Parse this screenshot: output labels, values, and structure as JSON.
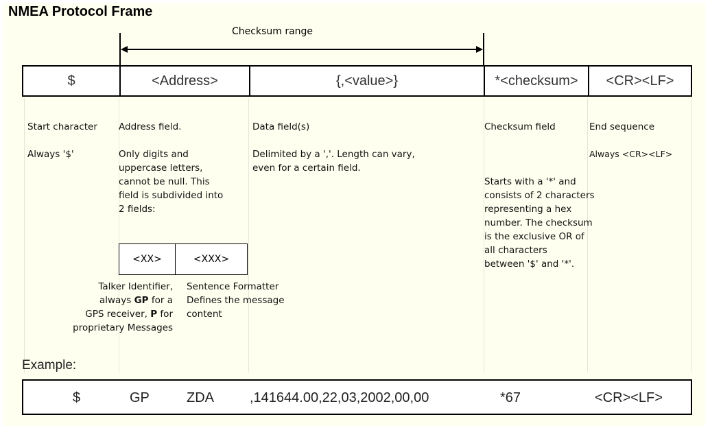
{
  "title": "NMEA Protocol Frame",
  "checksum_range_label": "Checksum range",
  "frame": {
    "start": "$",
    "address": "<Address>",
    "value": "{,<value>}",
    "checksum": "*<checksum>",
    "end": "<CR><LF>"
  },
  "descriptions": {
    "start_title": "Start character",
    "start_detail": "Always '$'",
    "address_title": "Address field.",
    "address_detail_lines": [
      "Only digits and",
      "uppercase letters,",
      "cannot be null. This",
      "field is subdivided into",
      "2 fields:"
    ],
    "data_title": "Data field(s)",
    "data_detail_lines": [
      "Delimited by a ','. Length can vary,",
      "even for a certain field."
    ],
    "checksum_title": "Checksum field",
    "checksum_detail_lines": [
      "Starts with a '*' and",
      "consists of 2 characters",
      "representing a hex",
      "number. The checksum",
      "is the exclusive OR of",
      "all characters",
      "between '$' and '*'."
    ],
    "end_title": "End sequence",
    "end_detail": "Always <CR><LF>"
  },
  "subfields": {
    "talker_box": "<XX>",
    "formatter_box": "<XXX>",
    "talker_lines": {
      "line1": "Talker Identifier,",
      "line2_pre": "always ",
      "line2_bold": "GP",
      "line2_post": " for a",
      "line3_pre": "GPS receiver, ",
      "line3_bold": "P",
      "line3_post": " for",
      "line4": "proprietary Messages"
    },
    "formatter_lines": [
      "Sentence Formatter",
      "Defines the message",
      "content"
    ]
  },
  "example": {
    "label": "Example:",
    "start": "$",
    "talker": "GP",
    "formatter": "ZDA",
    "data": ",141644.00,22,03,2002,00,00",
    "checksum": "*67",
    "end": "<CR><LF>"
  }
}
